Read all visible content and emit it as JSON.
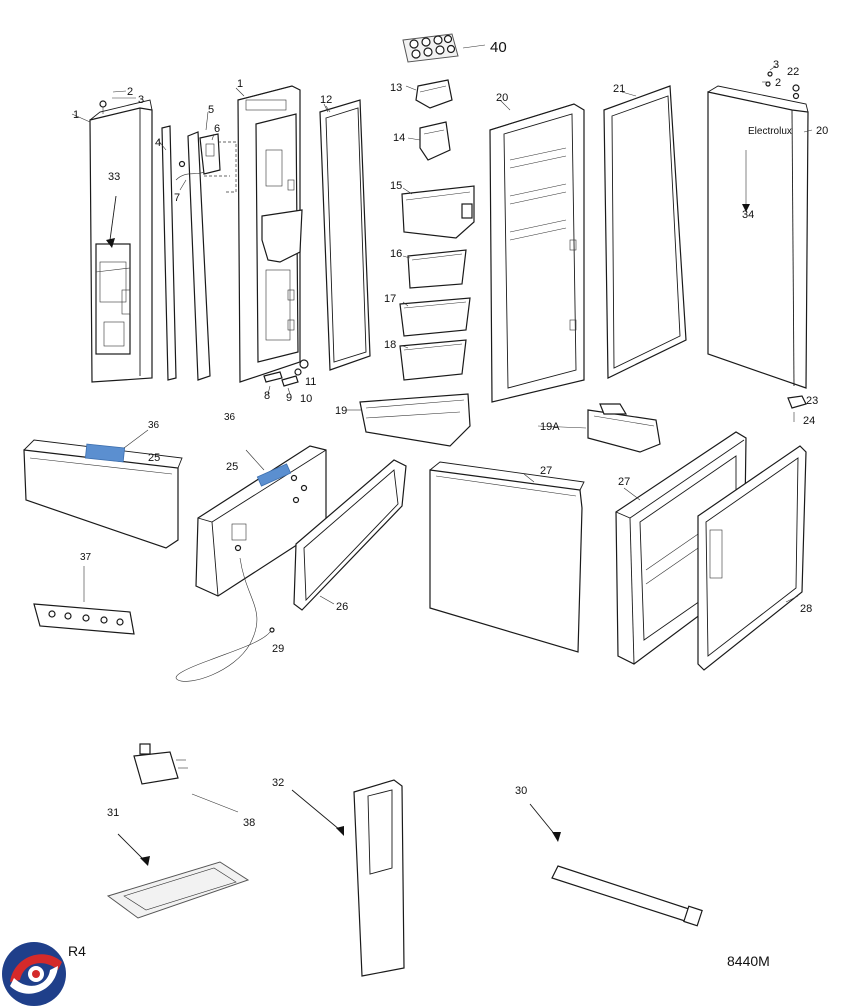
{
  "diagram": {
    "model_code": "8440M",
    "revision": "R4",
    "brand_wordmark": "Electrolux",
    "logo_icon": "brand-swirl-logo-icon",
    "accent_color": "#5b8fd0",
    "callouts": {
      "c1a": "1",
      "c1b": "1",
      "c2a": "2",
      "c2b": "2",
      "c3a": "3",
      "c3b": "3",
      "c4": "4",
      "c5": "5",
      "c6": "6",
      "c7": "7",
      "c8": "8",
      "c9": "9",
      "c10": "10",
      "c11": "11",
      "c12": "12",
      "c13": "13",
      "c14": "14",
      "c15": "15",
      "c16": "16",
      "c17": "17",
      "c18": "18",
      "c19": "19",
      "c19a": "19A",
      "c20a": "20",
      "c20b": "20",
      "c21": "21",
      "c22": "22",
      "c23": "23",
      "c24": "24",
      "c25a": "25",
      "c25b": "25",
      "c26": "26",
      "c27a": "27",
      "c27b": "27",
      "c28": "28",
      "c29": "29",
      "c30": "30",
      "c31": "31",
      "c32": "32",
      "c33": "33",
      "c34": "34",
      "c36a": "36",
      "c36b": "36",
      "c37": "37",
      "c38": "38",
      "c40": "40"
    }
  }
}
